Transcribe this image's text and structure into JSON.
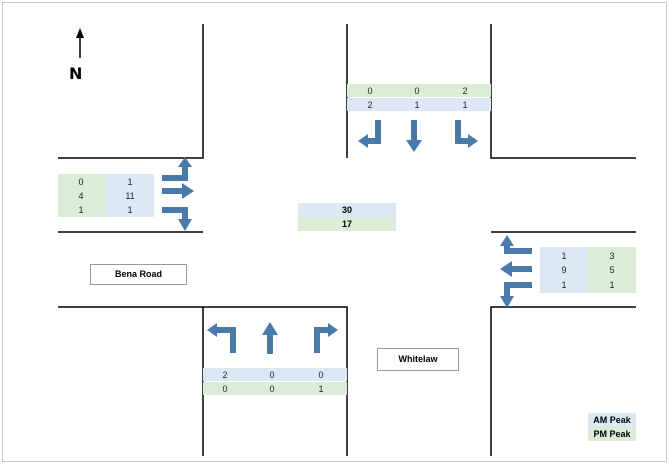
{
  "north_label": "N",
  "road_labels": {
    "west": "Bena Road",
    "south": "Whitelaw"
  },
  "legend": {
    "am": "AM Peak",
    "pm": "PM Peak"
  },
  "colors": {
    "road_line": "#000000",
    "arrow": "#4a7aaa",
    "am_fill": "#dce9f5",
    "pm_fill": "#dcedd7"
  },
  "totals": {
    "am": "30",
    "pm": "17"
  },
  "approaches": {
    "north": {
      "am": [
        "2",
        "1",
        "1"
      ],
      "pm": [
        "0",
        "0",
        "2"
      ],
      "arrows": [
        "right-turn-icon",
        "straight-icon",
        "left-turn-icon"
      ]
    },
    "south": {
      "am": [
        "2",
        "0",
        "0"
      ],
      "pm": [
        "0",
        "0",
        "1"
      ],
      "arrows": [
        "left-turn-icon",
        "straight-icon",
        "right-turn-icon"
      ]
    },
    "west": {
      "am": [
        "1",
        "11",
        "1"
      ],
      "pm": [
        "0",
        "4",
        "1"
      ],
      "arrows": [
        "left-turn-icon",
        "straight-icon",
        "right-turn-icon"
      ]
    },
    "east": {
      "am": [
        "1",
        "9",
        "1"
      ],
      "pm": [
        "3",
        "5",
        "1"
      ],
      "arrows": [
        "right-turn-icon",
        "straight-icon",
        "left-turn-icon"
      ]
    }
  }
}
